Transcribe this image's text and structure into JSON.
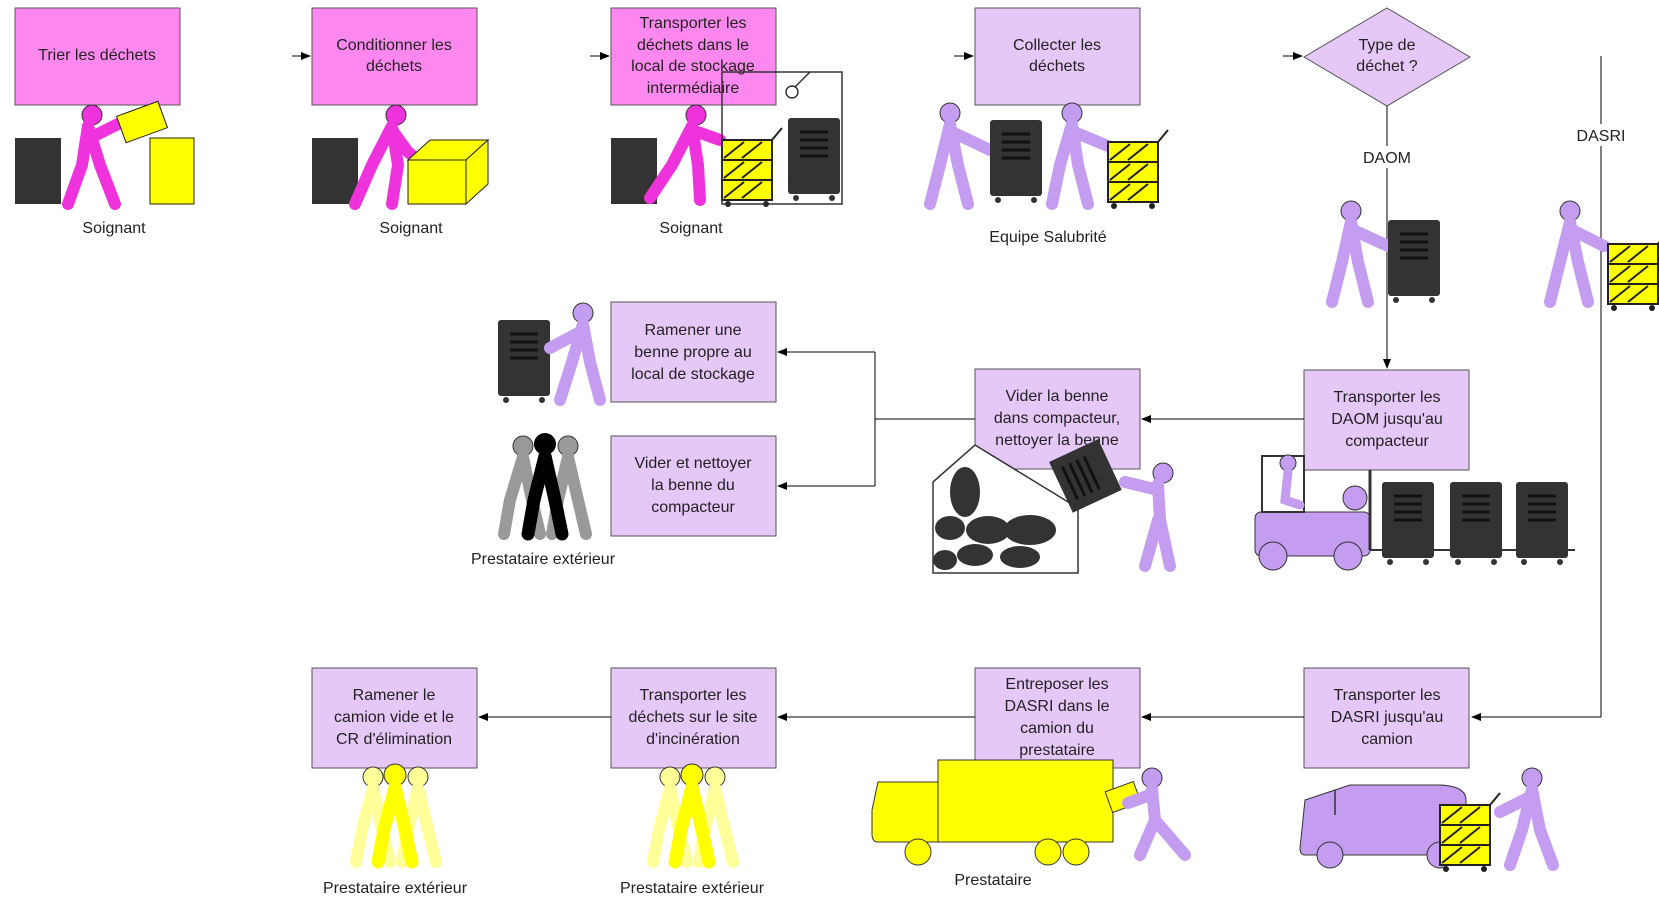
{
  "steps": {
    "trier": [
      "Trier les déchets"
    ],
    "conditionner": [
      "Conditionner les",
      "déchets"
    ],
    "transporter_local": [
      "Transporter les",
      "déchets dans le",
      "local de stockage",
      "intermédiaire"
    ],
    "collecter": [
      "Collecter les",
      "déchets"
    ],
    "type": [
      "Type de",
      "déchet ?"
    ],
    "ramener_benne": [
      "Ramener une",
      "benne propre au",
      "local de stockage"
    ],
    "vider_nettoyer": [
      "Vider et nettoyer",
      "la benne du",
      "compacteur"
    ],
    "vider_benne": [
      "Vider la benne",
      "dans compacteur,",
      "nettoyer la benne"
    ],
    "transporter_daom": [
      "Transporter les",
      "DAOM jusqu'au",
      "compacteur"
    ],
    "ramener_camion": [
      "Ramener le",
      "camion vide et le",
      "CR d'élimination"
    ],
    "transporter_site": [
      "Transporter les",
      "déchets sur le site",
      "d'incinération"
    ],
    "entreposer": [
      "Entreposer les",
      "DASRI dans le",
      "camion du",
      "prestataire"
    ],
    "transporter_dasri": [
      "Transporter les",
      "DASRI jusqu'au",
      "camion"
    ]
  },
  "branches": {
    "daom": "DAOM",
    "dasri": "DASRI"
  },
  "actors": {
    "soignant": "Soignant",
    "equipe": "Equipe Salubrité",
    "prestataire_ext": "Prestataire extérieur",
    "prestataire": "Prestataire"
  },
  "colors": {
    "magenta": "#ff88f0",
    "lilac": "#e6c8f8",
    "yellow": "#ffff00",
    "dark": "#333333",
    "figure_magenta": "#ee33dd",
    "figure_lilac": "#c49cf0"
  }
}
